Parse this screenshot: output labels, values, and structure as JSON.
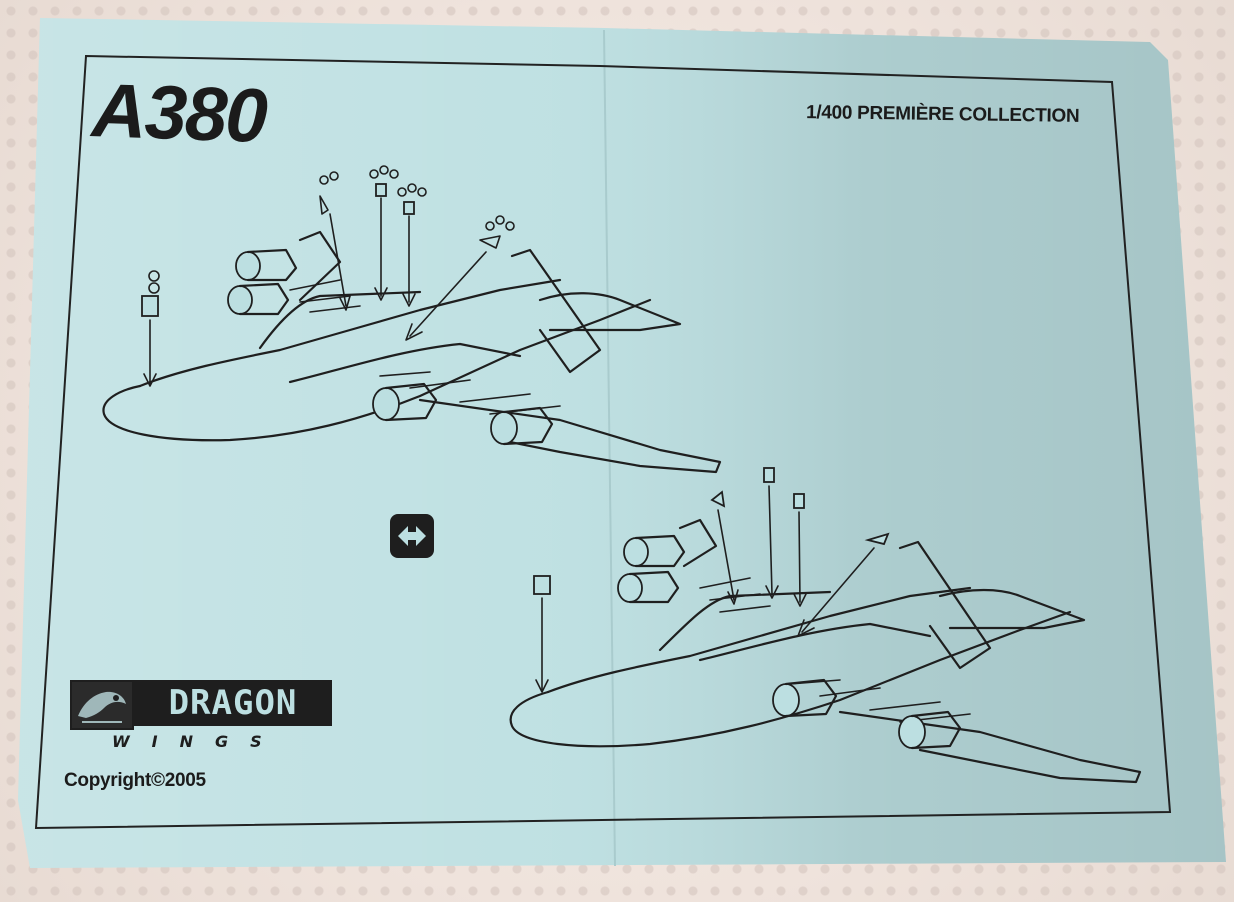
{
  "instruction_sheet": {
    "model_name": "A380",
    "collection": "1/400 PREMIÈRE COLLECTION",
    "brand": {
      "name": "DRAGON",
      "subline": "WINGS"
    },
    "copyright": "Copyright©2005"
  },
  "icons": {
    "flip": "flip-over-icon",
    "emblem": "dragon-emblem-icon"
  },
  "colors": {
    "paper": "#bcdfe1",
    "ink": "#1f1f1f",
    "background_mat": "#efe3dc"
  }
}
